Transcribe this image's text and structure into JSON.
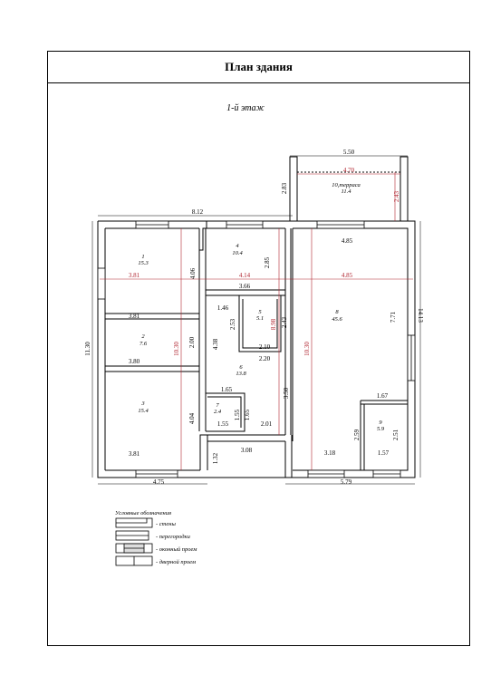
{
  "title": "План здания",
  "floor_label": "1-й этаж",
  "terrace": {
    "label": "10,терраса",
    "area": "11.4"
  },
  "rooms": [
    {
      "num": "1",
      "area": "15.3"
    },
    {
      "num": "2",
      "area": "7.6"
    },
    {
      "num": "3",
      "area": "15.4"
    },
    {
      "num": "4",
      "area": "10.4"
    },
    {
      "num": "5",
      "area": "5.1"
    },
    {
      "num": "6",
      "area": "13.8"
    },
    {
      "num": "7",
      "area": "2.4"
    },
    {
      "num": "8",
      "area": "45.6"
    },
    {
      "num": "9",
      "area": "5.9"
    }
  ],
  "dims_black": {
    "top_total": "8.12",
    "terrace_outer": "5.50",
    "terrace_side": "2.83",
    "left_total": "11.30",
    "right_total": "14.13",
    "r1_width": "4.06",
    "r4_height": "2.85",
    "r4_width": "3.66",
    "hall_width": "1.46",
    "r5_height": "2.53",
    "r5_width": "2.10",
    "r2_width": "3.81",
    "r2_depth": "2.00",
    "r2_height": "4.38",
    "r3_top": "3.80",
    "r6_width": "2.20",
    "r6_height": "2.43",
    "r6_small": "1.65",
    "r7_height": "1.55",
    "r7_height2": "1.65",
    "r7_width": "1.55",
    "right_mid": "3.50",
    "corridor": "2.01",
    "r3_height": "4.04",
    "bottom_left": "3.81",
    "bottom_porch": "3.08",
    "bottom_porch_side": "1.32",
    "bottom_left_outer": "4.75",
    "r8_top": "4.85",
    "r8_side": "7.71",
    "r9_top": "1.67",
    "r9_left": "2.59",
    "r9_right": "2.51",
    "bottom_r8": "3.18",
    "bottom_r9": "1.57",
    "bottom_right_outer": "5.79"
  },
  "dims_red": {
    "terrace_inner": "4.70",
    "terrace_height": "2.43",
    "row_a": "3.81",
    "row_b": "4.14",
    "row_c": "4.85",
    "col_a": "10.30",
    "col_b": "8.98",
    "col_c": "10.30"
  },
  "legend": {
    "heading": "Условные обозначения",
    "items": [
      "- стены",
      "- перегородки",
      "- оконный проем",
      "- дверной проем"
    ]
  }
}
